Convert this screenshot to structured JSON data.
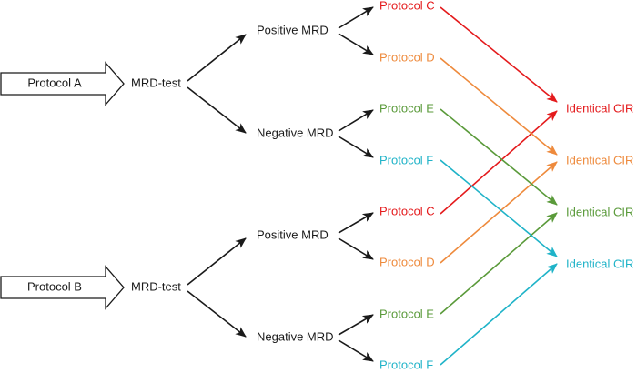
{
  "colors": {
    "black": "#1a1a1a",
    "protocol_c": "#e41a1c",
    "protocol_d": "#ee8a3c",
    "protocol_e": "#5a9a3a",
    "protocol_f": "#1fb3c8"
  },
  "groups": [
    {
      "start_label": "Protocol A",
      "test_label": "MRD-test",
      "positive_label": "Positive MRD",
      "negative_label": "Negative MRD",
      "positive_protocols": [
        "Protocol C",
        "Protocol D"
      ],
      "negative_protocols": [
        "Protocol E",
        "Protocol F"
      ]
    },
    {
      "start_label": "Protocol B",
      "test_label": "MRD-test",
      "positive_label": "Positive MRD",
      "negative_label": "Negative MRD",
      "positive_protocols": [
        "Protocol C",
        "Protocol D"
      ],
      "negative_protocols": [
        "Protocol E",
        "Protocol F"
      ]
    }
  ],
  "outcomes": [
    "Identical CIR",
    "Identical CIR",
    "Identical CIR",
    "Identical CIR"
  ]
}
